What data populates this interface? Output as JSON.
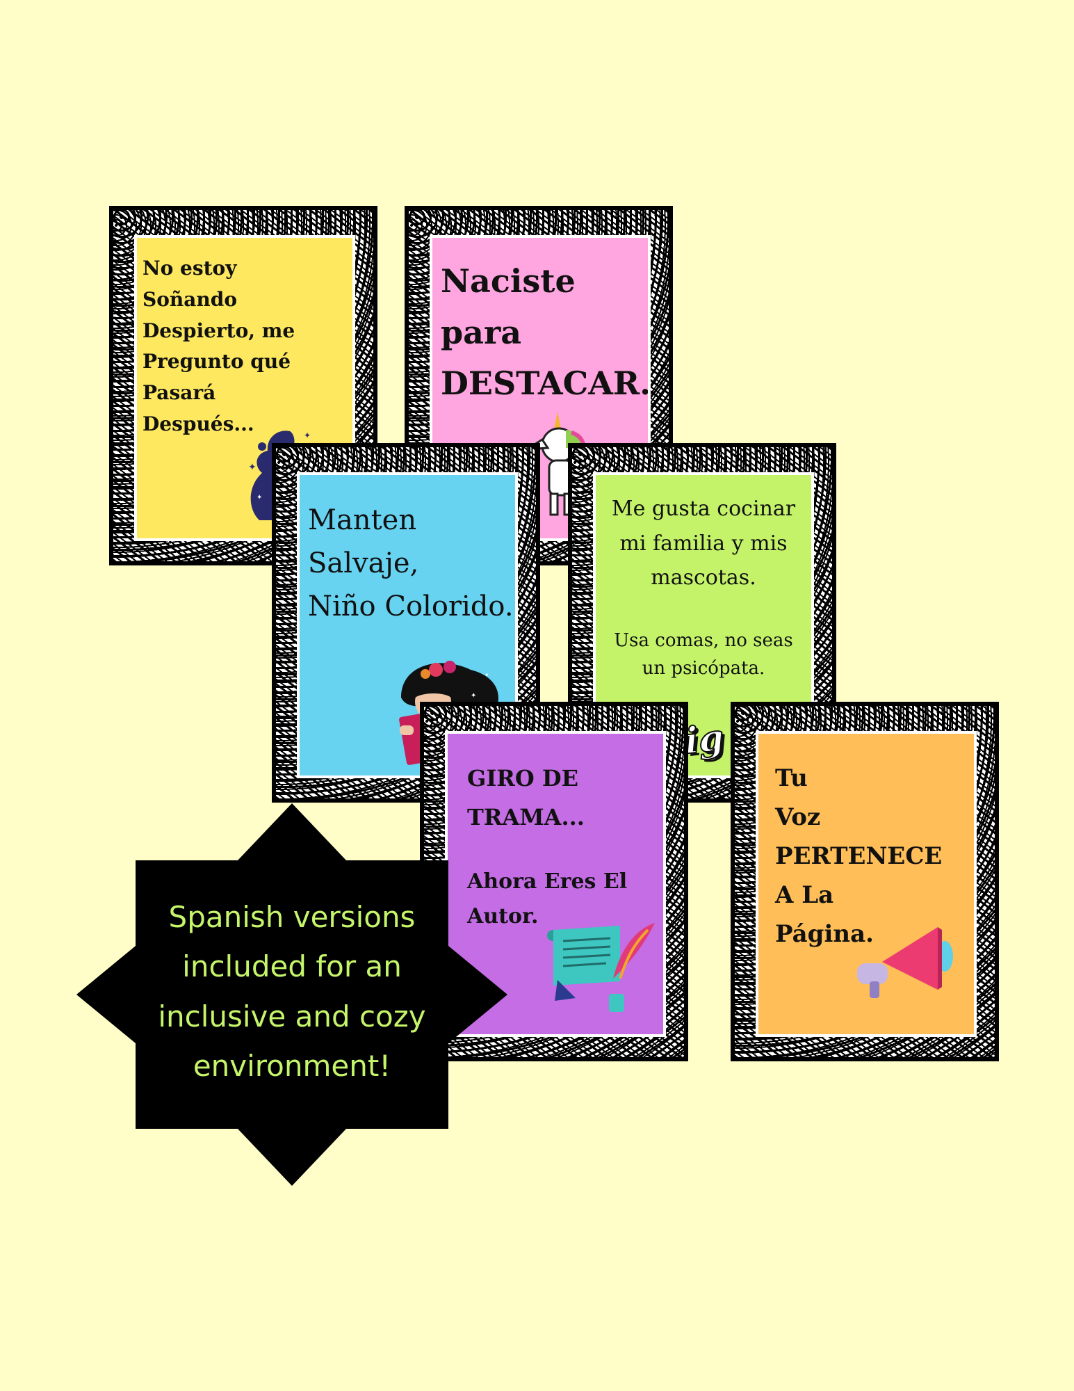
{
  "cards": {
    "dreaming": {
      "text": "No estoy\nSoñando\nDespierto, me\nPregunto qué\nPasará\nDespués...",
      "color": "#fde85f",
      "icon": "dreaming-girl-silhouette-icon"
    },
    "stand_out": {
      "text": "Naciste\npara\nDESTACAR.",
      "color": "#ffa5e0",
      "icon": "dabbing-unicorn-icon"
    },
    "wild": {
      "text": "Manten\nSalvaje,\nNiño Colorido.",
      "color": "#67d3f1",
      "icon": "girl-reading-with-flowers-icon"
    },
    "commas": {
      "text": "Me gusta cocinar\nmi familia y mis\nmascotas.",
      "subtext": "Usa comas, no seas\nun psicópata.",
      "logo": "Big",
      "color": "#c4f36a"
    },
    "plot_twist": {
      "text": "GIRO DE\nTRAMA...",
      "subtext": "Ahora Eres El\nAutor.",
      "color": "#c46de4",
      "icon": "scroll-and-quill-icon"
    },
    "voice": {
      "text": "Tu\nVoz\nPERTENECE\nA La\nPágina.",
      "color": "#ffbe57",
      "icon": "megaphone-icon"
    }
  },
  "badge": {
    "text": "Spanish versions\nincluded for an\ninclusive and cozy\nenvironment!",
    "text_color": "#c5f56a"
  }
}
